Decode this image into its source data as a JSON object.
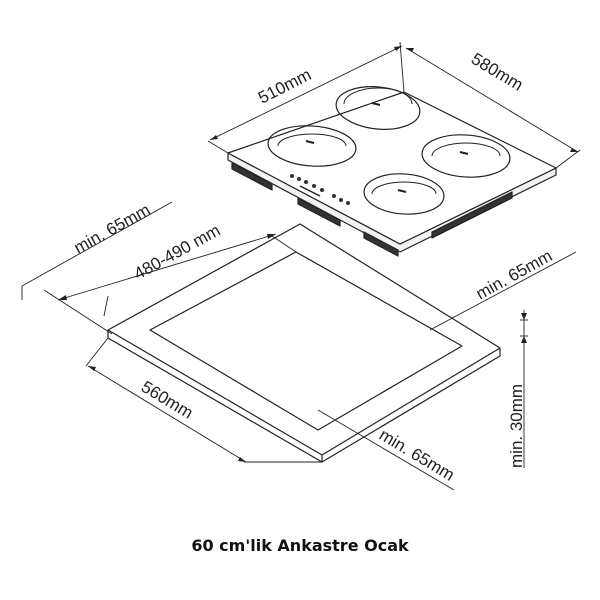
{
  "dimensions": {
    "hob_width": "510mm",
    "hob_depth": "580mm",
    "cutout_width": "480-490 mm",
    "cutout_depth": "560mm",
    "min_clearance_left": "min. 65mm",
    "min_clearance_right": "min. 65mm",
    "min_clearance_front": "min. 65mm",
    "min_counter_thickness": "min. 30mm"
  },
  "caption": "60 cm'lik Ankastre Ocak",
  "colors": {
    "line": "#222222",
    "glass": "#ffffff",
    "vent": "#333333"
  }
}
